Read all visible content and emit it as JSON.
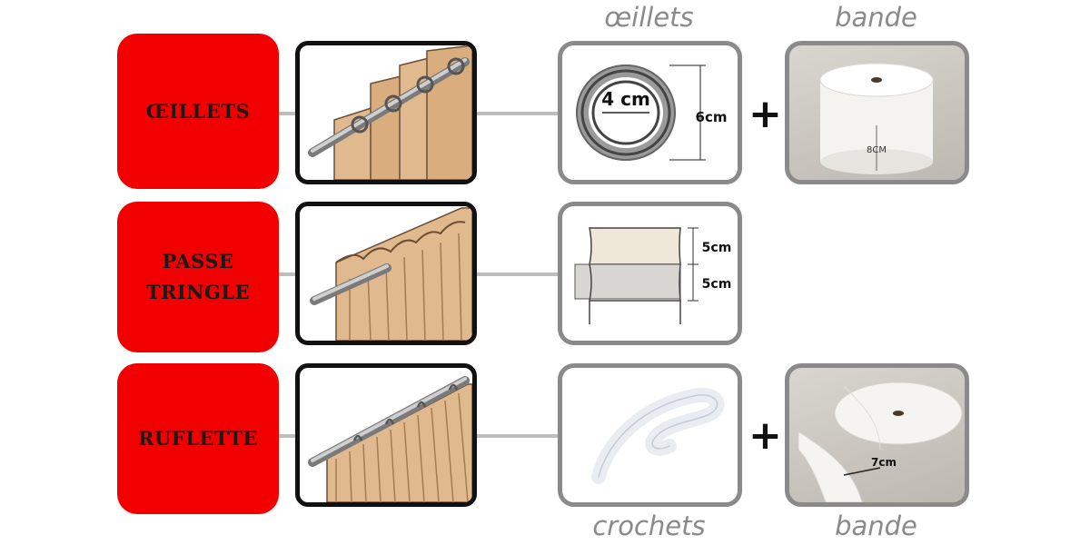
{
  "rows": [
    {
      "label": "ŒILLETS"
    },
    {
      "label": "PASSE\nTRINGLE"
    },
    {
      "label": "RUFLETTE"
    }
  ],
  "headers": {
    "top_left": "œillets",
    "top_right": "bande",
    "bottom_left": "crochets",
    "bottom_right": "bande"
  },
  "plus_sign": "+",
  "eyelet": {
    "inner": "4 cm",
    "outer": "6cm"
  },
  "tape_top": {
    "size": "8CM"
  },
  "passe": {
    "upper": "5cm",
    "lower": "5cm"
  },
  "tape_bottom": {
    "size": "7cm"
  },
  "colors": {
    "red": "#f20000",
    "gray": "#8a8a8a",
    "curtain": "#e0b98f"
  }
}
